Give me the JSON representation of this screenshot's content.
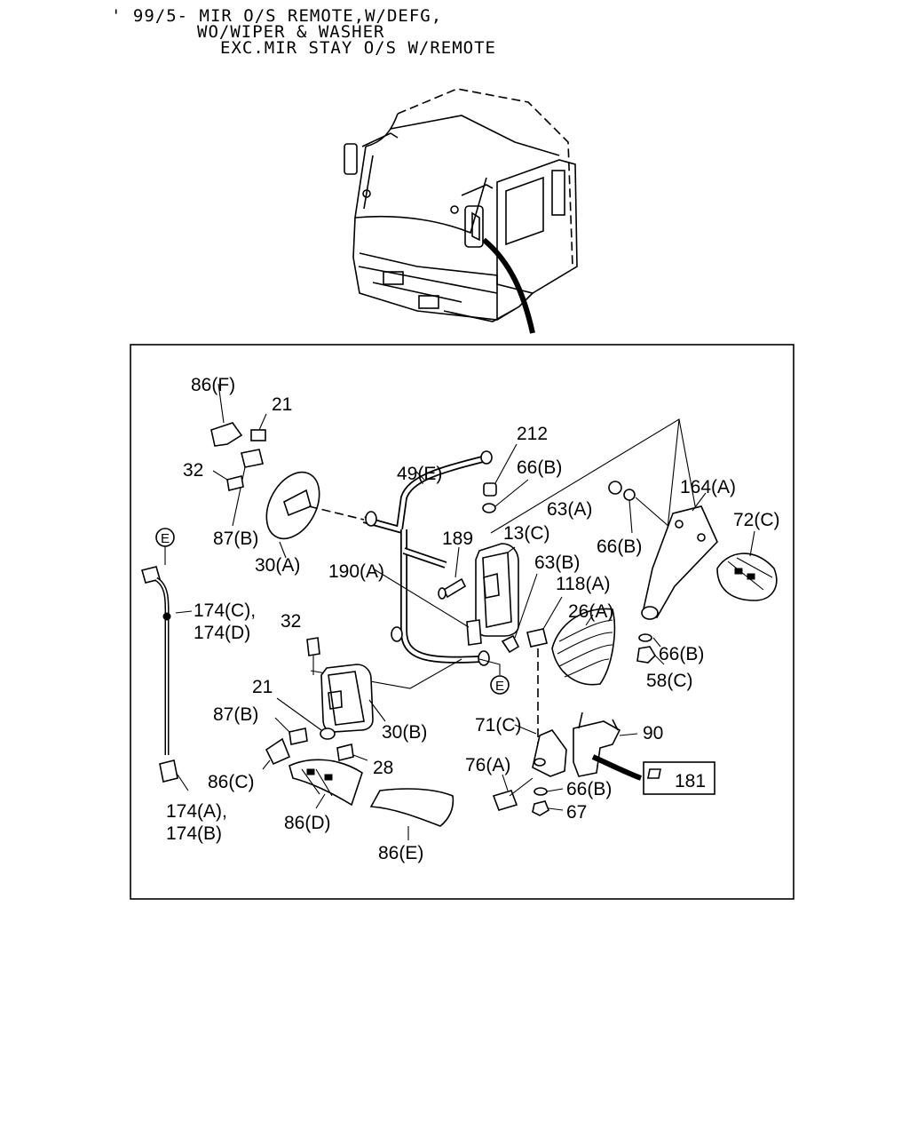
{
  "header": {
    "line1": "' 99/5- MIR O/S REMOTE,W/DEFG,",
    "line2": "WO/WIPER & WASHER",
    "line3": "EXC.MIR STAY O/S W/REMOTE"
  },
  "callouts": {
    "c86F": "86(F)",
    "c21a": "21",
    "c32a": "32",
    "c87Ba": "87(B)",
    "c30A": "30(A)",
    "c49E": "49(E)",
    "c212": "212",
    "c66Ba": "66(B)",
    "c63A": "63(A)",
    "c66Bb": "66(B)",
    "c164A": "164(A)",
    "c72C": "72(C)",
    "c189": "189",
    "c13C": "13(C)",
    "c63B": "63(B)",
    "c190A": "190(A)",
    "c118A": "118(A)",
    "c26A": "26(A)",
    "c66Bc": "66(B)",
    "c58C": "58(C)",
    "c174C": "174(C),",
    "c174D": "174(D)",
    "c32b": "32",
    "c21b": "21",
    "c87Bb": "87(B)",
    "c30B": "30(B)",
    "c28": "28",
    "c86C": "86(C)",
    "c86D": "86(D)",
    "c86E": "86(E)",
    "c174A": "174(A),",
    "c174B": "174(B)",
    "c71C": "71(C)",
    "c90": "90",
    "c76A": "76(A)",
    "c66Bd": "66(B)",
    "c67": "67",
    "c181": "181",
    "markerE1": "E",
    "markerE2": "E"
  }
}
